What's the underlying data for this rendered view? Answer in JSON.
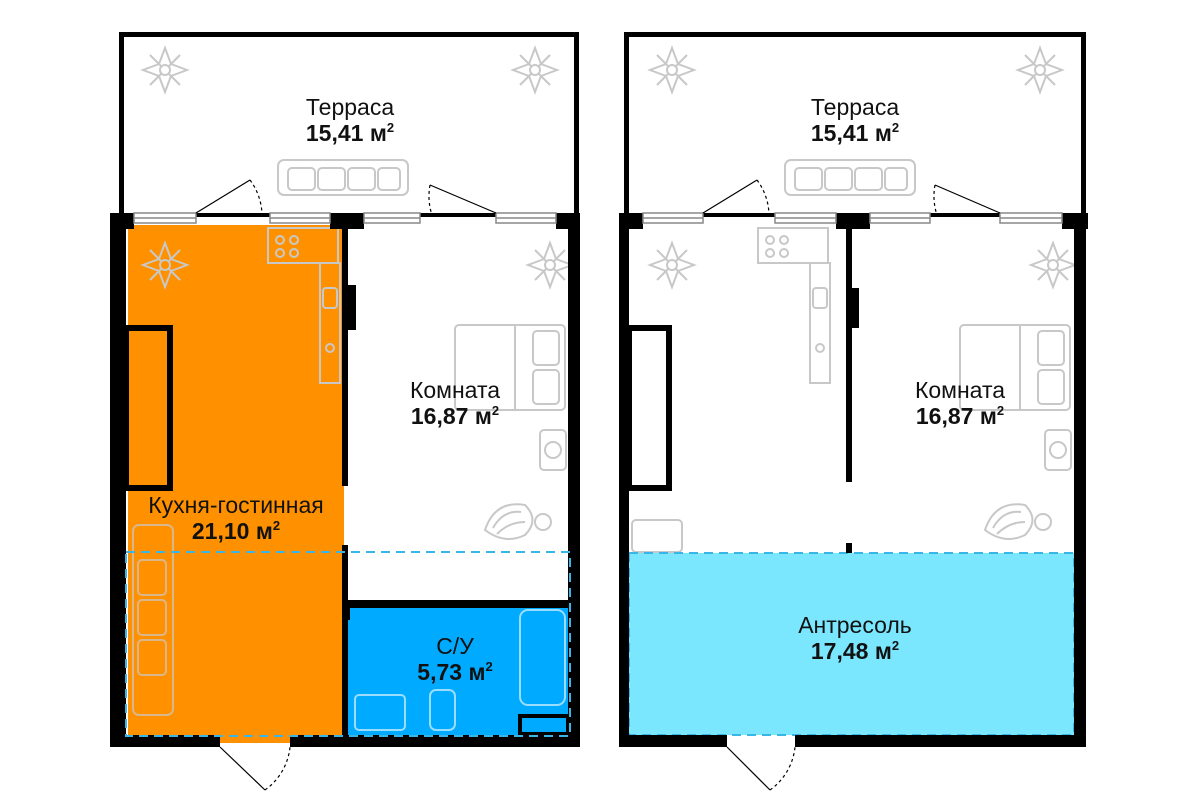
{
  "floor_plans": [
    {
      "name": "plan-lower",
      "rooms": [
        {
          "id": "terrace",
          "name": "Терраса",
          "area": "15,41",
          "unit": "м",
          "unit_power": "2"
        },
        {
          "id": "room",
          "name": "Комната",
          "area": "16,87",
          "unit": "м",
          "unit_power": "2"
        },
        {
          "id": "kitchen",
          "name": "Кухня-гостинная",
          "area": "21,10",
          "unit": "м",
          "unit_power": "2",
          "fill": "#FF9100"
        },
        {
          "id": "bathroom",
          "name": "С/У",
          "area": "5,73",
          "unit": "м",
          "unit_power": "2",
          "fill": "#00AAFF"
        }
      ]
    },
    {
      "name": "plan-upper",
      "rooms": [
        {
          "id": "terrace",
          "name": "Терраса",
          "area": "15,41",
          "unit": "м",
          "unit_power": "2"
        },
        {
          "id": "room",
          "name": "Комната",
          "area": "16,87",
          "unit": "м",
          "unit_power": "2"
        },
        {
          "id": "mezzanine",
          "name": "Антресоль",
          "area": "17,48",
          "unit": "м",
          "unit_power": "2",
          "fill": "#7AE7FF"
        }
      ]
    }
  ],
  "colors": {
    "wall": "#000000",
    "furniture": "#c8c8c8",
    "dashed_line": "#3ab6e6"
  }
}
